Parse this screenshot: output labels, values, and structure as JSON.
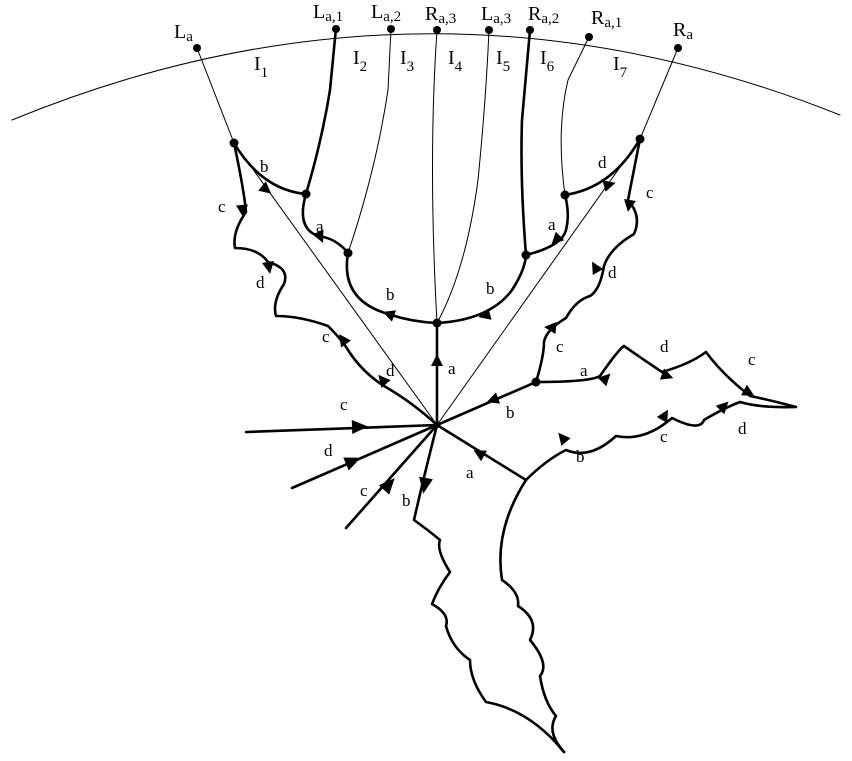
{
  "boundary_points": [
    {
      "main": "L",
      "sub": "a"
    },
    {
      "main": "L",
      "sub": "a,1"
    },
    {
      "main": "L",
      "sub": "a,2"
    },
    {
      "main": "R",
      "sub": "a,3"
    },
    {
      "main": "L",
      "sub": "a,3"
    },
    {
      "main": "R",
      "sub": "a,2"
    },
    {
      "main": "R",
      "sub": "a,1"
    },
    {
      "main": "R",
      "sub": "a"
    }
  ],
  "intervals": [
    {
      "main": "I",
      "sub": "1"
    },
    {
      "main": "I",
      "sub": "2"
    },
    {
      "main": "I",
      "sub": "3"
    },
    {
      "main": "I",
      "sub": "4"
    },
    {
      "main": "I",
      "sub": "5"
    },
    {
      "main": "I",
      "sub": "6"
    },
    {
      "main": "I",
      "sub": "7"
    }
  ],
  "edge_labels": {
    "upper_left_b": "b",
    "upper_left_c": "c",
    "upper_left_d": "d",
    "upper_left_a": "a",
    "left_inner_c": "c",
    "left_inner_d": "d",
    "center_b_left": "b",
    "center_b_right": "b",
    "center_a": "a",
    "upper_right_d": "d",
    "upper_right_c": "c",
    "upper_right_a": "a",
    "right_mid_d": "d",
    "right_mid_c": "c",
    "right_b": "b",
    "far_right_a": "a",
    "far_right_d": "d",
    "far_right_c": "c",
    "lower_right_b": "b",
    "lower_right_c": "c",
    "lower_right_d": "d",
    "lower_a": "a",
    "left_c": "c",
    "left_d": "d",
    "bottom_c": "c",
    "bottom_b": "b"
  }
}
